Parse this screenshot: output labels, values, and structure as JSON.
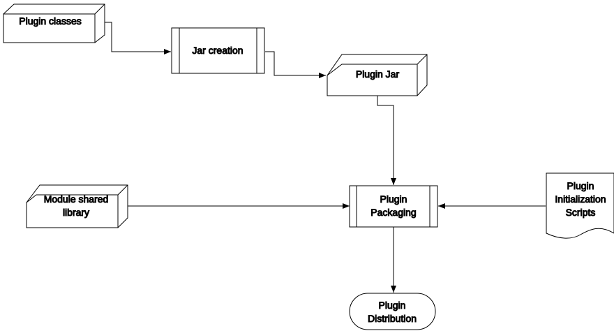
{
  "colors": {
    "stroke": "#000000",
    "fill": "#ffffff"
  },
  "nodes": {
    "plugin_classes": {
      "shape": "data-store-3d",
      "lines": [
        "Plugin classes"
      ]
    },
    "jar_creation": {
      "shape": "predefined-process",
      "lines": [
        "Jar creation"
      ]
    },
    "plugin_jar": {
      "shape": "data-store-3d",
      "lines": [
        "Plugin Jar"
      ]
    },
    "module_shared_library": {
      "shape": "data-store-3d",
      "lines": [
        "Module shared",
        "library"
      ]
    },
    "plugin_packaging": {
      "shape": "predefined-process",
      "lines": [
        "Plugin",
        "Packaging"
      ]
    },
    "plugin_init_scripts": {
      "shape": "document",
      "lines": [
        "Plugin",
        "Initialization",
        "Scripts"
      ]
    },
    "plugin_distribution": {
      "shape": "terminator",
      "lines": [
        "Plugin",
        "Distribution"
      ]
    }
  },
  "edges": [
    {
      "from": "plugin_classes",
      "to": "jar_creation"
    },
    {
      "from": "jar_creation",
      "to": "plugin_jar"
    },
    {
      "from": "plugin_jar",
      "to": "plugin_packaging"
    },
    {
      "from": "module_shared_library",
      "to": "plugin_packaging"
    },
    {
      "from": "plugin_init_scripts",
      "to": "plugin_packaging"
    },
    {
      "from": "plugin_packaging",
      "to": "plugin_distribution"
    }
  ]
}
